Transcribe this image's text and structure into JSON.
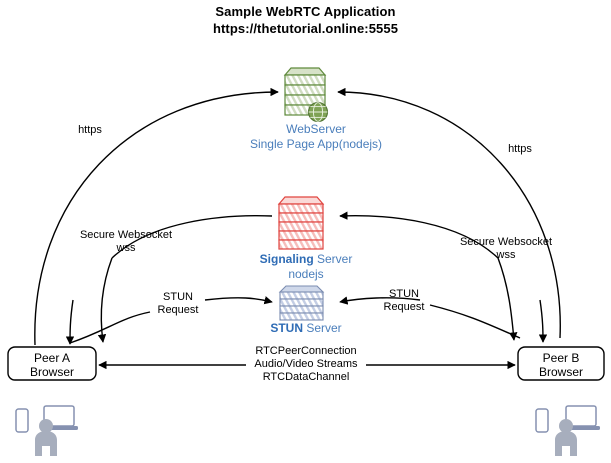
{
  "title": {
    "line1": "Sample WebRTC Application",
    "line2": "https://thetutorial.online:5555"
  },
  "colors": {
    "label_blue": "#4a7ebb",
    "label_blue_bold": "#2f6cb5",
    "webserver_green": "#6f9b47",
    "signaling_red": "#e8534f",
    "stun_blue": "#8fa3c8",
    "line": "#000000",
    "person_gray": "#9aa3b5",
    "device_blue": "#7b8cb0"
  },
  "nodes": {
    "webserver": {
      "icon": "server-stack-icon",
      "badge_icon": "globe-icon",
      "label_line1": "WebServer",
      "label_line2": "Single Page App(nodejs)"
    },
    "signaling": {
      "icon": "server-stack-icon",
      "label_bold": "Signaling",
      "label_rest": " Server",
      "label_line2": "nodejs"
    },
    "stun": {
      "icon": "server-stack-icon",
      "label_bold": "STUN",
      "label_rest": " Server"
    },
    "peer_a": {
      "label_line1": "Peer A",
      "label_line2": "Browser"
    },
    "peer_b": {
      "label_line1": "Peer B",
      "label_line2": "Browser"
    }
  },
  "edges": {
    "https_left": "https",
    "https_right": "https",
    "wss_left_line1": "Secure Websocket",
    "wss_left_line2": "wss",
    "wss_right_line1": "Secure Websocket",
    "wss_right_line2": "wss",
    "stun_left_line1": "STUN",
    "stun_left_line2": "Request",
    "stun_right_line1": "STUN",
    "stun_right_line2": "Request",
    "peer_center_line1": "RTCPeerConnection",
    "peer_center_line2": "Audio/Video Streams",
    "peer_center_line3": "RTCDataChannel"
  },
  "devices": {
    "left": {
      "phone_icon": "mobile-phone-icon",
      "person_icon": "person-icon",
      "laptop_icon": "laptop-icon"
    },
    "right": {
      "phone_icon": "mobile-phone-icon",
      "person_icon": "person-icon",
      "laptop_icon": "laptop-icon"
    }
  }
}
